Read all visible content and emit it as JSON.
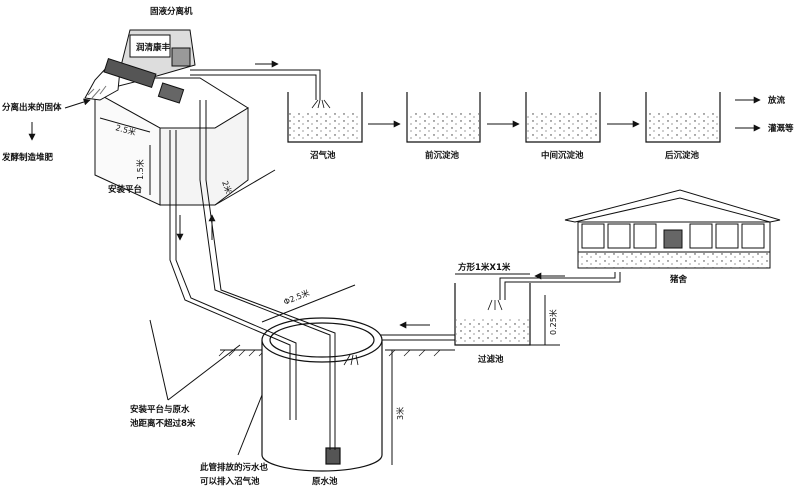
{
  "labels": {
    "separator_title": "固液分离机",
    "separator_brand": "润清康丰",
    "separated_solids": "分离出来的固体",
    "fermentation": "发酵制造堆肥",
    "platform": "安装平台",
    "pools": [
      "沼气池",
      "前沉淀池",
      "中间沉淀池",
      "后沉淀池"
    ],
    "discharge": "放流",
    "irrigation": "灌溉等",
    "pig_house": "猪舍",
    "filter_size": "方形1米X1米",
    "filter_pool": "过滤池",
    "raw_pool": "原水池",
    "distance_note_line1": "安装平台与原水",
    "distance_note_line2": "池距离不超过8米",
    "sewage_note_line1": "此管排放的污水也",
    "sewage_note_line2": "可以排入沼气池"
  },
  "dimensions": {
    "platform_length": "2.5米",
    "platform_height": "1.5米",
    "pipe_length": "2米",
    "pool_diameter": "Φ2.5米",
    "pool_depth": "3米",
    "filter_depth": "0.25米"
  }
}
